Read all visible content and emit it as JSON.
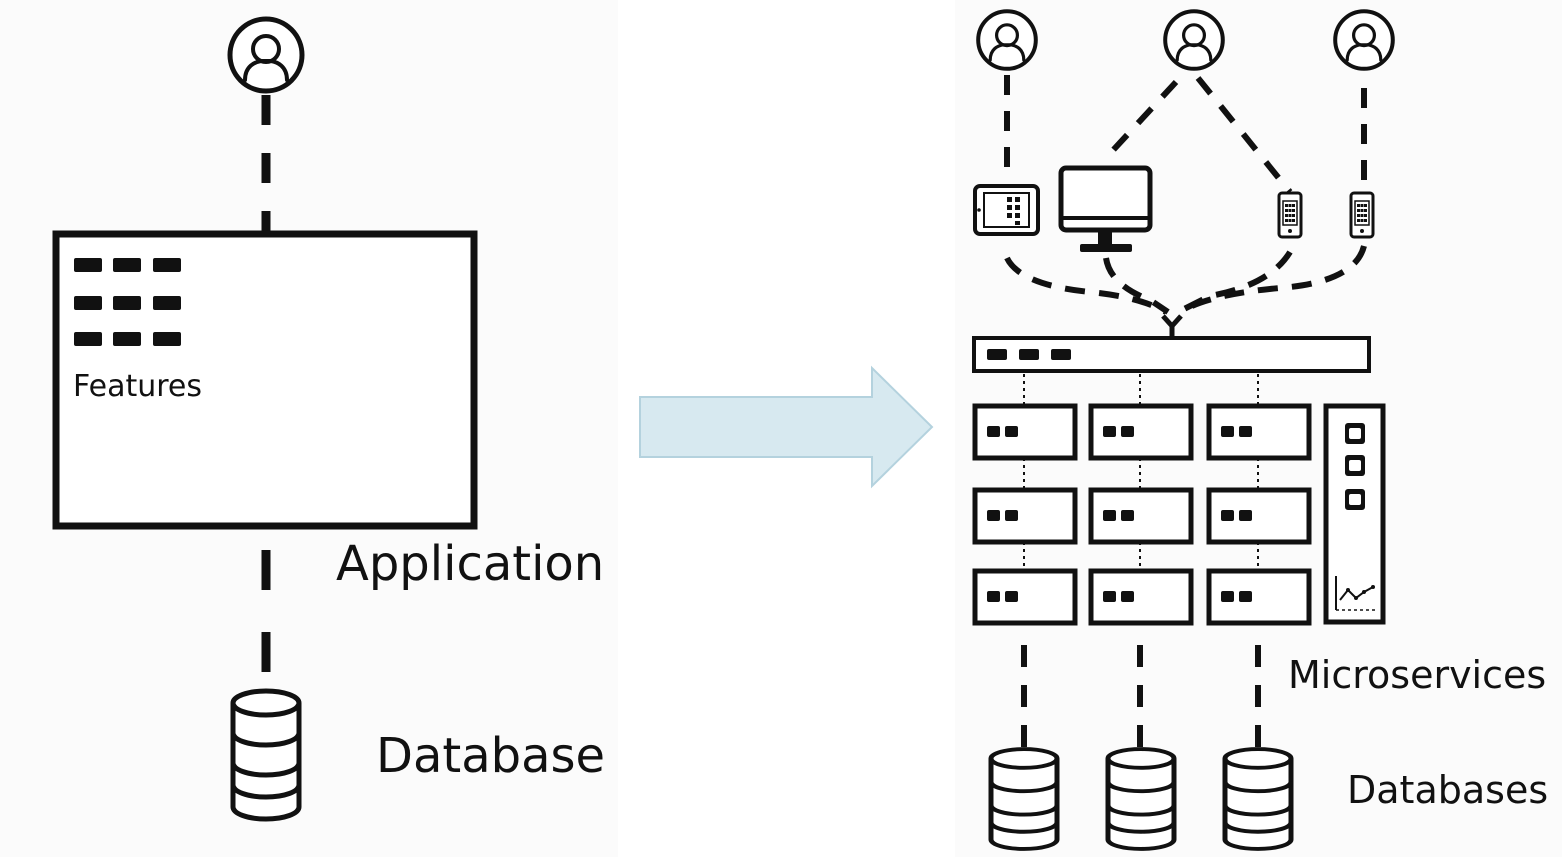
{
  "monolith": {
    "features_label": "Features",
    "application_label": "Application",
    "database_label": "Database"
  },
  "microservices": {
    "microservices_label": "Microservices",
    "databases_label": "Databases"
  },
  "icons": {
    "user": "user-icon",
    "tablet": "tablet-icon",
    "desktop": "desktop-monitor-icon",
    "phone": "smartphone-icon",
    "database": "database-icon",
    "arrow": "arrow-right-icon"
  },
  "colors": {
    "panel_background": "#fbfbfb",
    "stroke": "#111111",
    "arrow_fill": "#d7e9f0",
    "arrow_stroke": "#b4d2de"
  }
}
